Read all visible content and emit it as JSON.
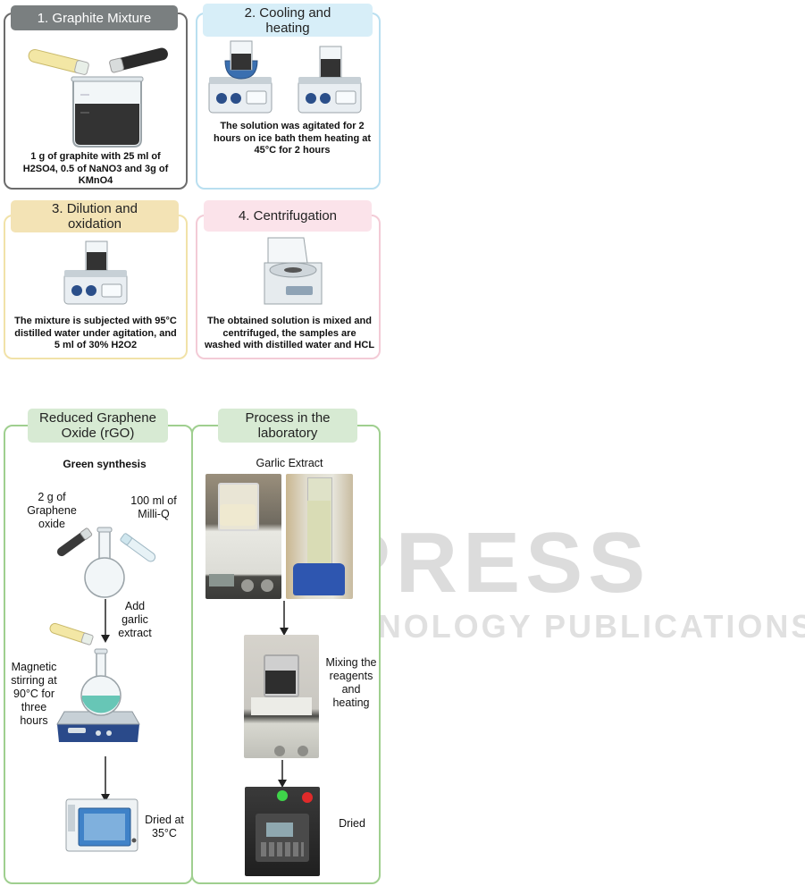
{
  "watermark": {
    "main": "SCITEPRESS",
    "sub": "SCIENCE AND TECHNOLOGY PUBLICATIONS"
  },
  "steps": [
    {
      "title": "1.  Graphite Mixture",
      "caption": "1 g of graphite with 25 ml of H2SO4, 0.5 of NaNO3 and 3g of KMnO4",
      "color": "#7a7f80"
    },
    {
      "title": "2. Cooling and heating",
      "caption": "The solution was agitated for 2 hours on ice bath them heating at 45°C for 2 hours",
      "color": "#d7eef8"
    },
    {
      "title": "3. Dilution and oxidation",
      "caption": "The mixture is subjected with 95°C distilled water under agitation, and 5 ml of 30% H2O2",
      "color": "#f3e3b5"
    },
    {
      "title": "4. Centrifugation",
      "caption": "The obtained solution is mixed and centrifuged, the samples are washed with distilled water and HCL",
      "color": "#fbe3ea"
    }
  ],
  "rgo": {
    "title": "Reduced Graphene Oxide (rGO)",
    "subtitle": "Green synthesis",
    "label_graphene": "2 g of Graphene oxide",
    "label_milliq": "100 ml of Milli-Q",
    "label_garlic": "Add garlic extract",
    "label_stirring": "Magnetic stirring at 90°C for three hours",
    "label_dried": "Dried at 35°C"
  },
  "lab": {
    "title": "Process in the laboratory",
    "label_extract": "Garlic Extract",
    "label_mixing": "Mixing the reagents and heating",
    "label_dried": "Dried"
  },
  "colors": {
    "green_border": "#9fcf8f",
    "green_header": "#d7ead3",
    "panel_border_1": "#6b6b6b",
    "panel_border_2": "#b9dff0",
    "panel_border_3": "#f1e2a8",
    "panel_border_4": "#f3cbd6"
  }
}
